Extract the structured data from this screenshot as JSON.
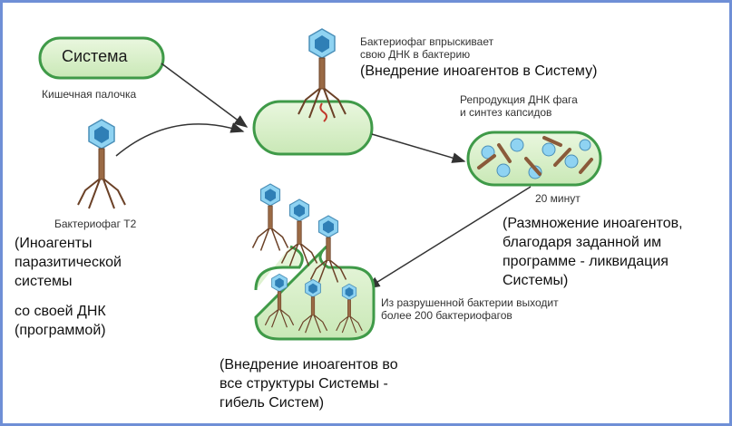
{
  "system_label": "Система",
  "ecoli_label": "Кишечная палочка",
  "phage_t2_label": "Бактериофаг Т2",
  "injection_caption": [
    "Бактериофаг впрыскивает",
    "свою ДНК в бактерию"
  ],
  "injection_note": "(Внедрение иноагентов в Систему)",
  "replication_caption": [
    "Репродукция ДНК фага",
    "и синтез капсидов"
  ],
  "time_label": "20 минут",
  "multiplication_note": [
    "(Размножение  иноагентов,",
    "благодаря заданной  им",
    "программе - ликвидация",
    "Системы)"
  ],
  "burst_caption": [
    "Из разрушенной бактерии выходит",
    "более 200 бактериофагов"
  ],
  "left_note": [
    "(Иноагенты",
    "паразитической",
    "системы",
    "со своей ДНК",
    "(программой)"
  ],
  "bottom_note": [
    "(Внедрение иноагентов во",
    "все структуры Системы -",
    "гибель Систем)"
  ],
  "colors": {
    "cell_fill": "#d6efc8",
    "cell_stroke": "#3f9a48",
    "capsid": "#8fd3f2",
    "tail": "#8a5a3a",
    "arrow": "#333333",
    "frame": "#6f8fd6"
  }
}
